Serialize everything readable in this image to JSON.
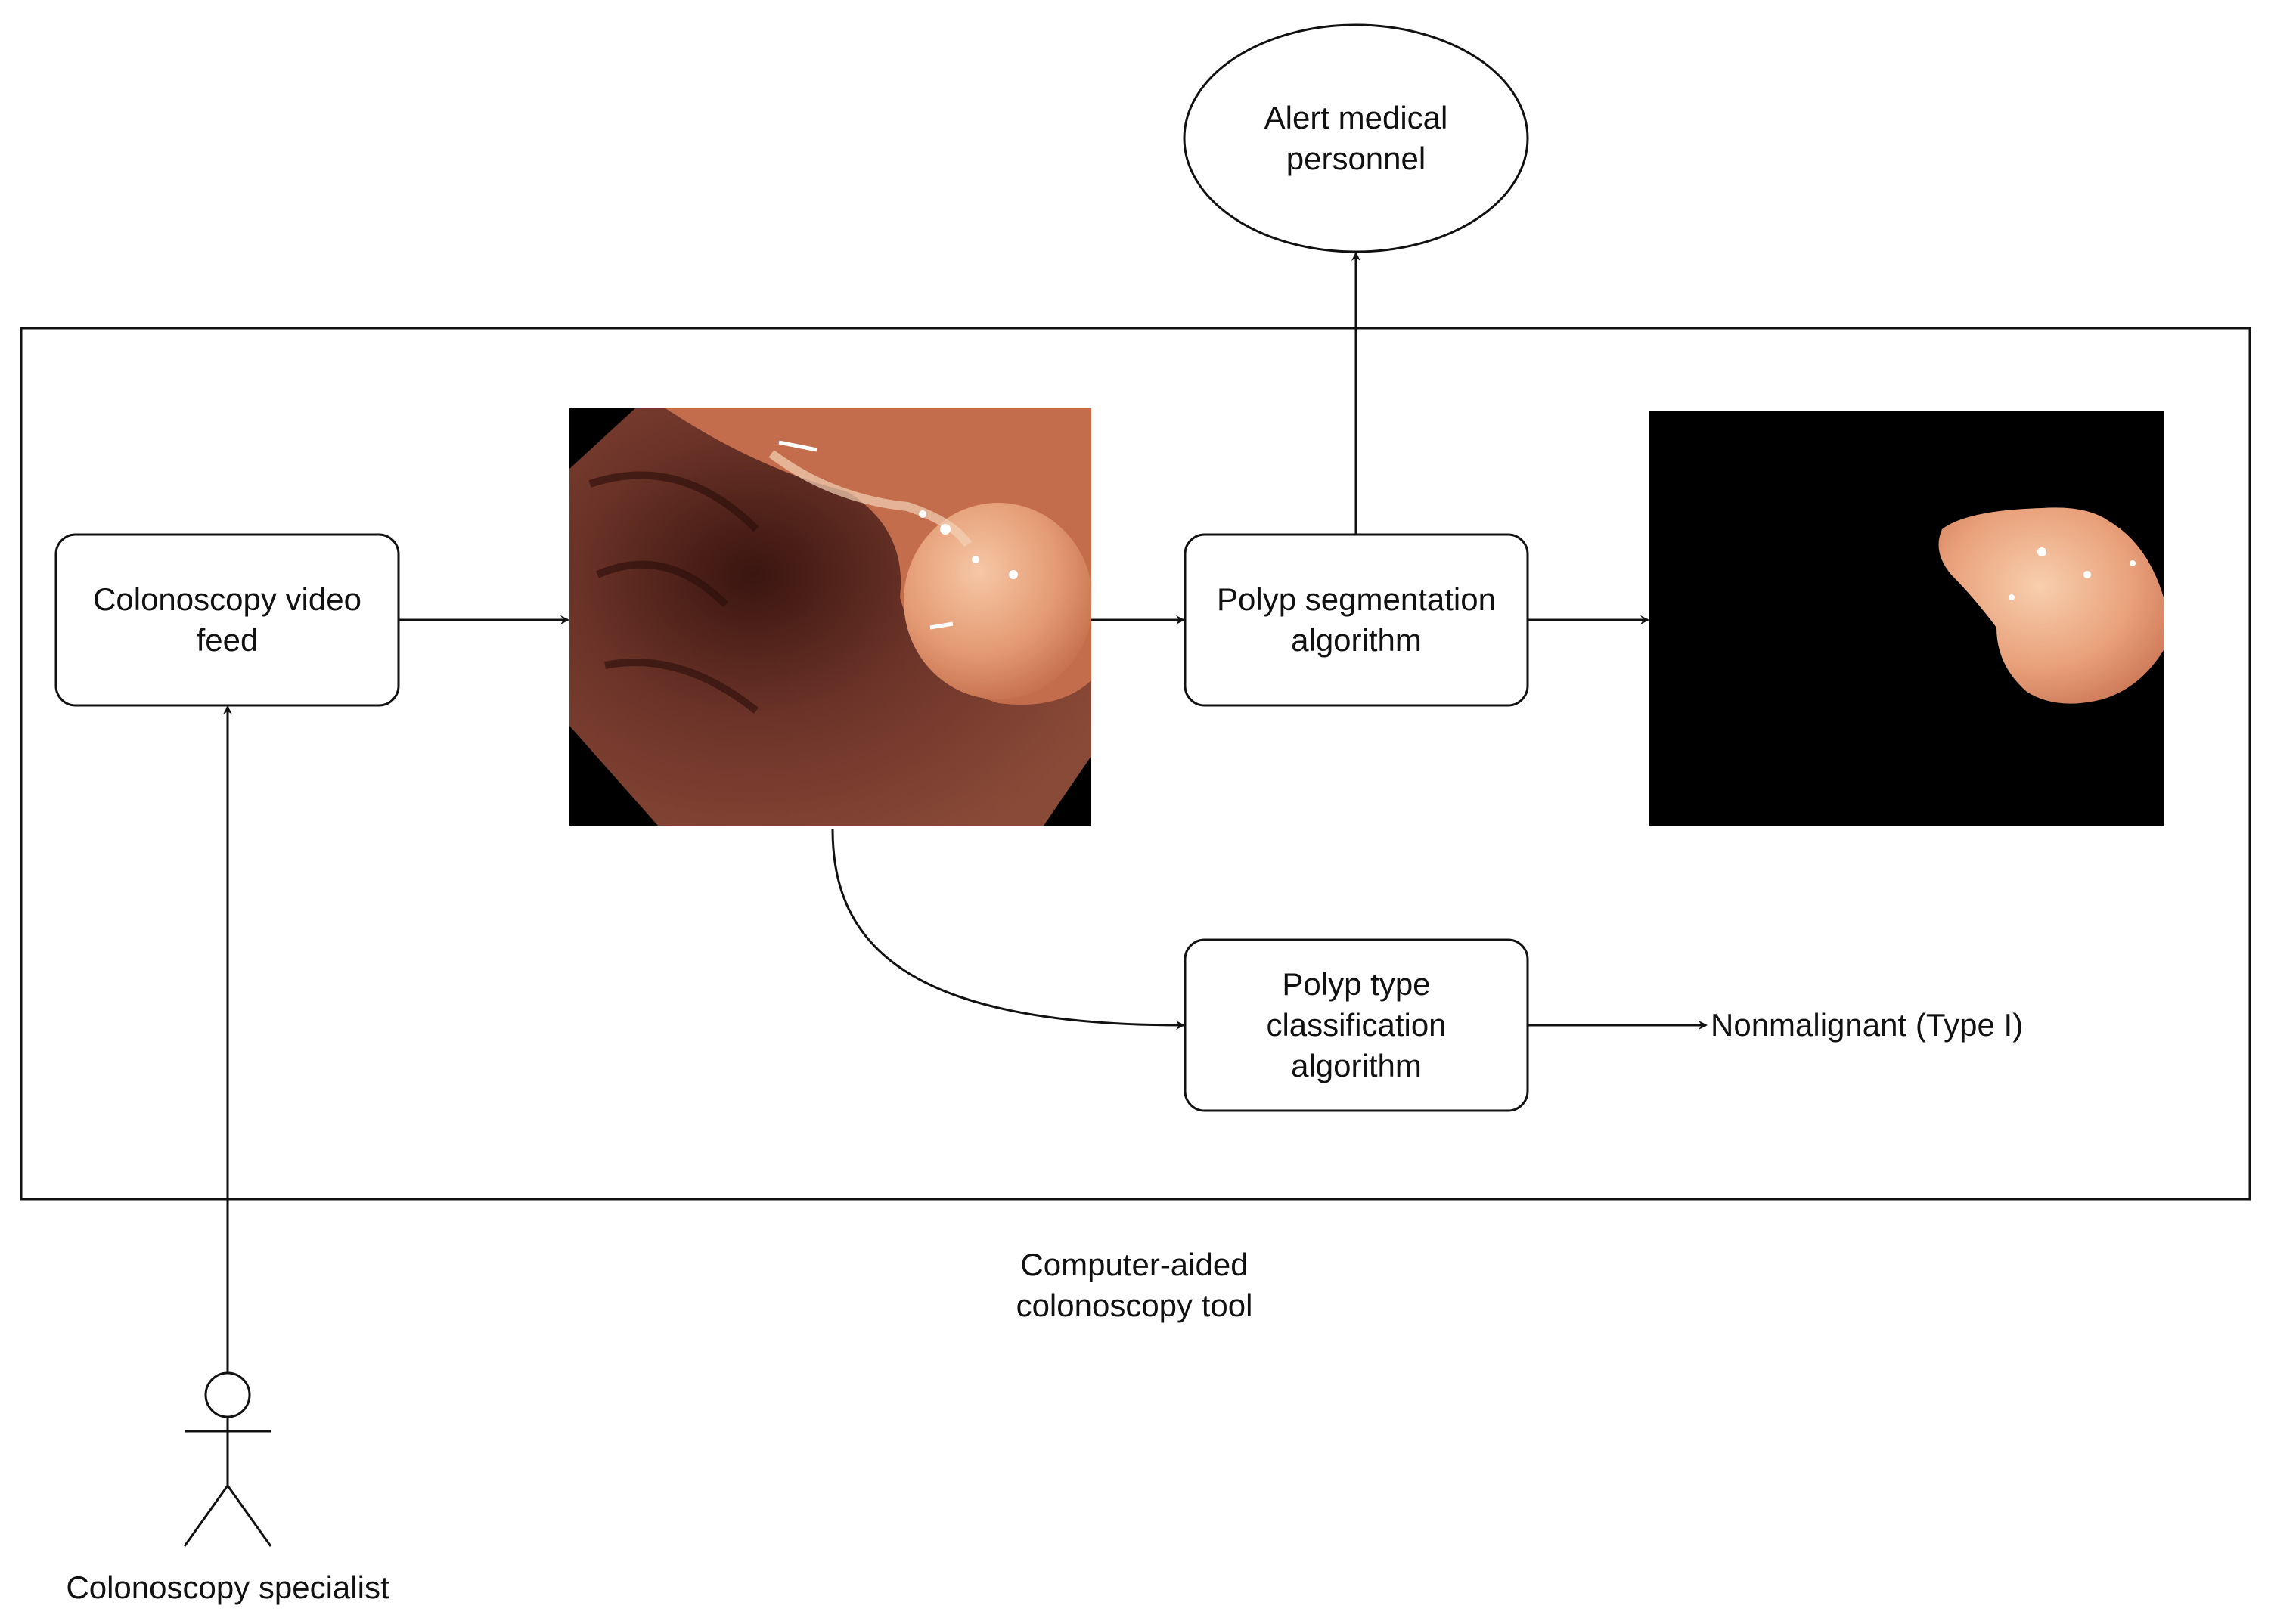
{
  "nodes": {
    "video_feed": "Colonoscopy video\nfeed",
    "segmentation": "Polyp segmentation\nalgorithm",
    "classification": "Polyp type\nclassification\nalgorithm",
    "alert": "Alert medical\npersonnel",
    "result": "Nonmalignant (Type I)",
    "tool": "Computer-aided\ncolonoscopy tool",
    "actor": "Colonoscopy specialist"
  },
  "images": {
    "frame": "colonoscopy-frame-image",
    "mask": "segmented-polyp-image"
  },
  "colors": {
    "stroke": "#111111",
    "background": "#000000",
    "polyp": "#e8a07a",
    "colon_wall": "#6b3328"
  }
}
